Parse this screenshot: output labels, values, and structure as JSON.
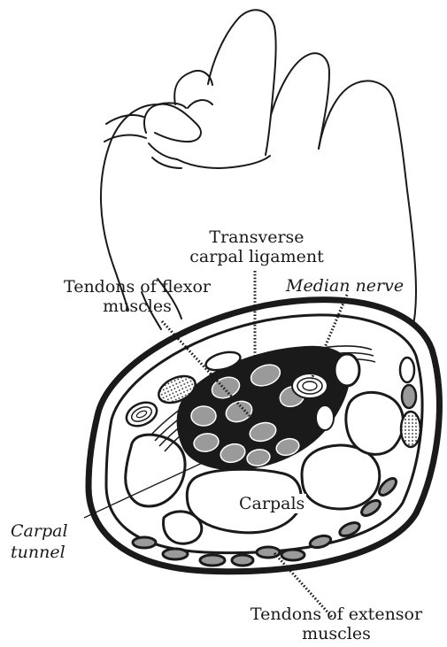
{
  "labels": {
    "transverse_line1": "Transverse",
    "transverse_line2": "carpal ligament",
    "flexor_line1": "Tendons of flexor",
    "flexor_line2": "muscles",
    "median_nerve": "Median nerve",
    "carpals": "Carpals",
    "carpal_tunnel_line1": "Carpal",
    "carpal_tunnel_line2": "tunnel",
    "extensor_line1": "Tendons of extensor",
    "extensor_line2": "muscles"
  },
  "colors": {
    "ink": "#1a1a1a",
    "tendon_fill": "#9a9a9a",
    "paper": "#ffffff"
  }
}
